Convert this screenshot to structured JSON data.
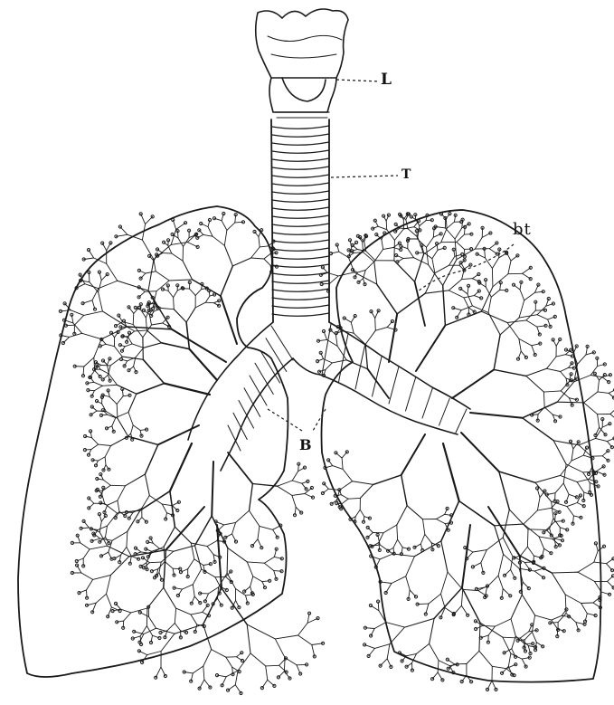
{
  "labels": {
    "larynx": "L",
    "trachea": "T",
    "bronchial_tubes": "bt",
    "bronchi": "B"
  }
}
